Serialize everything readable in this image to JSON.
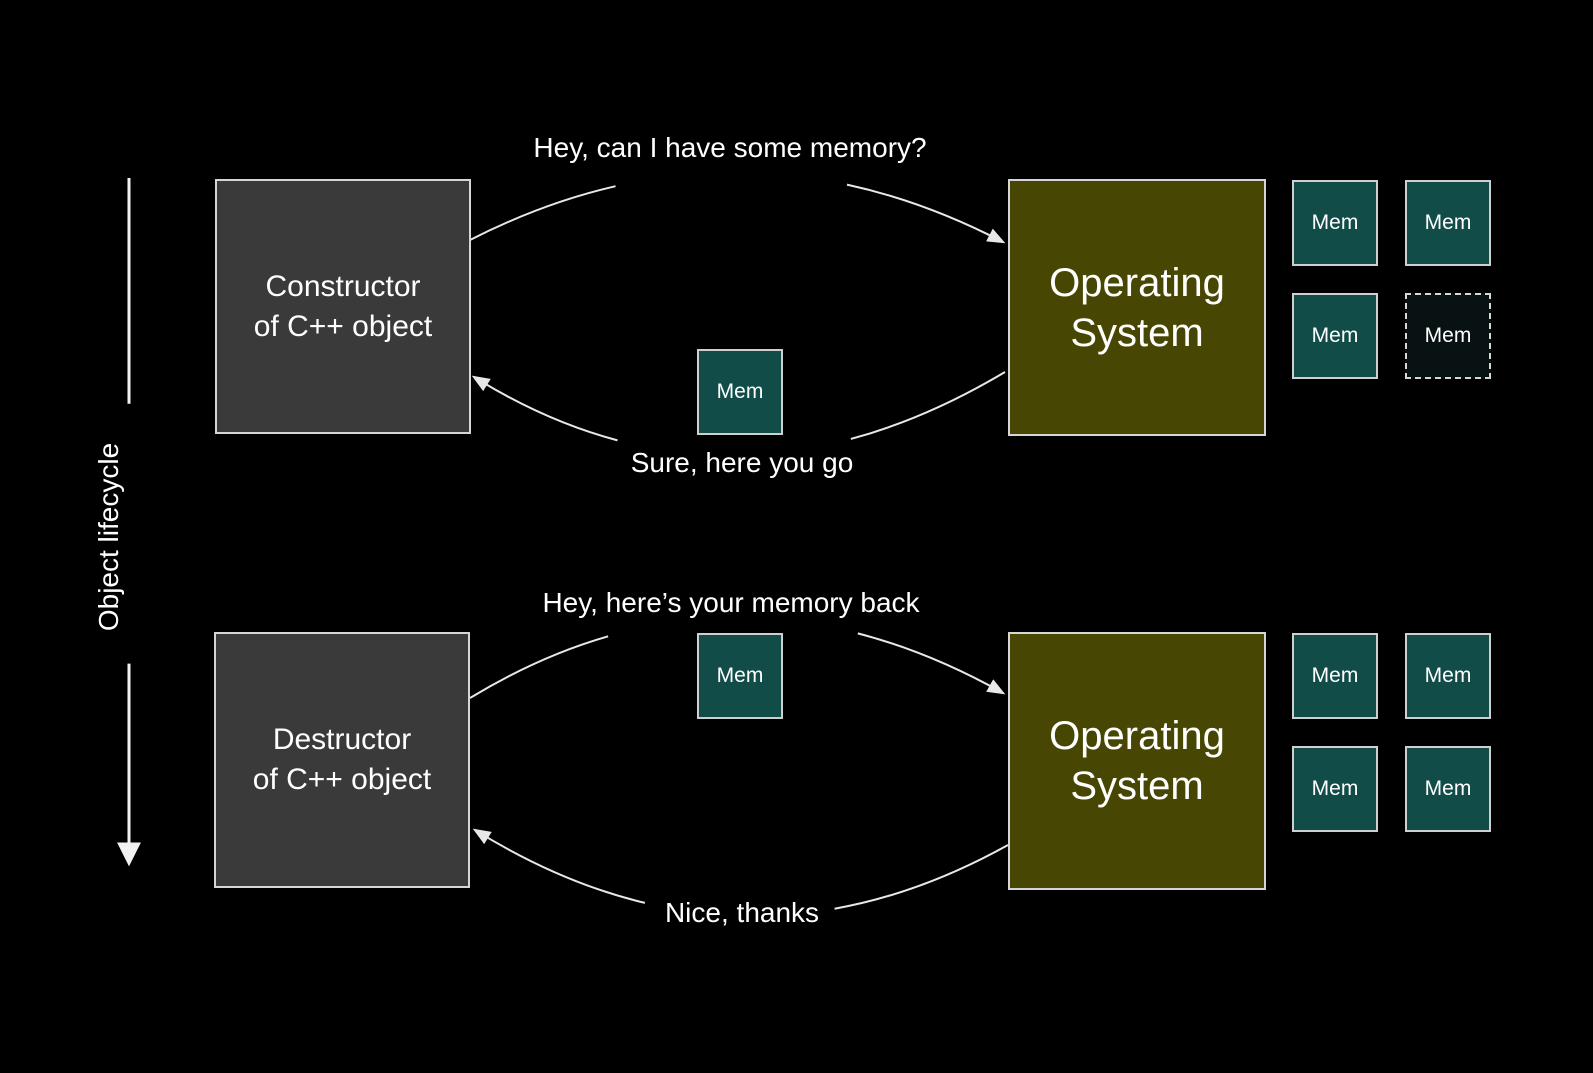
{
  "colors": {
    "background": "#000000",
    "actor_fill": "#3a3a3a",
    "os_fill": "#474703",
    "mem_fill": "#114c49",
    "freed_mem_fill": "#081212",
    "box_border": "#d6d6d6",
    "arrow": "#e8e8e8",
    "text": "#ffffff"
  },
  "lifecycle_axis": {
    "label": "Object lifecycle"
  },
  "sections": [
    {
      "name": "allocation",
      "actor": {
        "line1": "Constructor",
        "line2": "of C++ object"
      },
      "os": {
        "line1": "Operating",
        "line2": "System"
      },
      "request_label": "Hey, can I have some memory?",
      "response_label": "Sure, here you go",
      "transfer_mem_label": "Mem",
      "os_mem_tiles": [
        {
          "label": "Mem",
          "style": "solid"
        },
        {
          "label": "Mem",
          "style": "solid"
        },
        {
          "label": "Mem",
          "style": "solid"
        },
        {
          "label": "Mem",
          "style": "dashed"
        }
      ]
    },
    {
      "name": "deallocation",
      "actor": {
        "line1": "Destructor",
        "line2": "of C++ object"
      },
      "os": {
        "line1": "Operating",
        "line2": "System"
      },
      "request_label": "Hey, here’s your memory back",
      "response_label": "Nice, thanks",
      "transfer_mem_label": "Mem",
      "os_mem_tiles": [
        {
          "label": "Mem",
          "style": "solid"
        },
        {
          "label": "Mem",
          "style": "solid"
        },
        {
          "label": "Mem",
          "style": "solid"
        },
        {
          "label": "Mem",
          "style": "solid"
        }
      ]
    }
  ]
}
